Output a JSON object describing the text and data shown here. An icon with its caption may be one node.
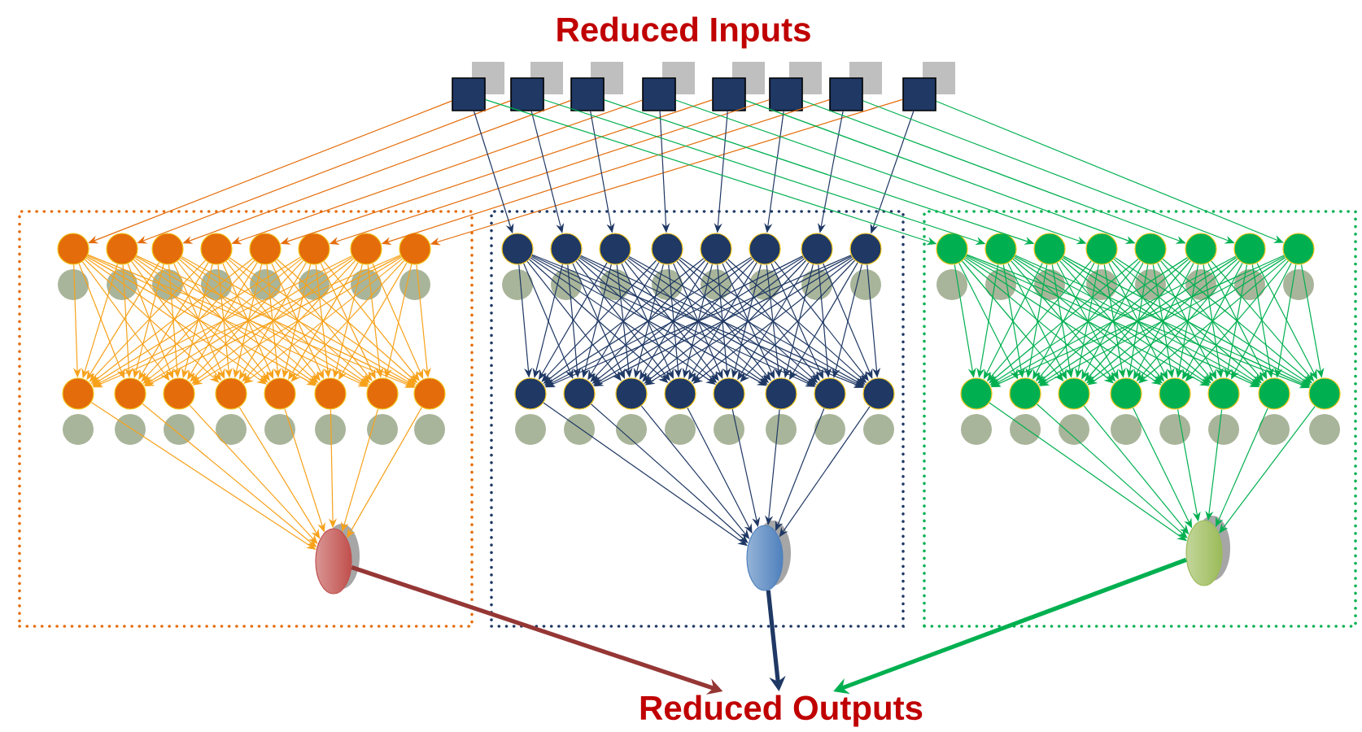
{
  "diagram": {
    "nodes": [
      {
        "text": [],
        "shape": "box"
      },
      {
        "text": [],
        "shape": "box"
      },
      {
        "text": [],
        "shape": "box"
      },
      {
        "text": [],
        "shape": "box"
      },
      {
        "text": [],
        "shape": "box"
      },
      {
        "text": [],
        "shape": "box"
      },
      {
        "text": [],
        "shape": "box"
      },
      {
        "text": [],
        "shape": "box"
      },
      {
        "text": [],
        "shape": "box"
      },
      {
        "text": [],
        "shape": "circle",
        "in": 8
      },
      {
        "text": [],
        "shape": "circle",
        "in": 8
      },
      {
        "text": [],
        "shape": "circle",
        "in": 8
      },
      {
        "text": [],
        "shape": "circle",
        "in": 8
      },
      {
        "text": [],
        "shape": "circle",
        "in": 8
      },
      {
        "text": [],
        "shape": "circle",
        "in": 8
      },
      {
        "text": [],
        "shape": "circle",
        "in": 8
      },
      {
        "text": [],
        "shape": "circle",
        "in": 8
      },
      {
        "text": [],
        "shape": "circle",
        "in": 8
      },
      {
        "text": [],
        "shape": "circle",
        "in": 8
      },
      {
        "text": [],
        "shape": "circle",
        "in": 8
      },
      {
        "text": [],
        "shape": "circle",
        "in": 8
      },
      {
        "text": [],
        "shape": "circle",
        "in": 8
      },
      {
        "text": [],
        "shape": "circle",
        "in": 8
      },
      {
        "text": [],
        "shape": "circle",
        "in": 8
      },
      {
        "text": [],
        "shape": "circle",
        "in": 8
      },
      {
        "text": [],
        "shape": "cylinder",
        "in": 8
      },
      {
        "text": [],
        "shape": "box"
      },
      {
        "text": [],
        "shape": "circle",
        "in": 26
      },
      {
        "text": [],
        "shape": "circle",
        "in": 26
      },
      {
        "text": [],
        "shape": "circle",
        "in": 26
      },
      {
        "text": [],
        "shape": "circle",
        "in": 26
      },
      {
        "text": [],
        "shape": "circle",
        "in": 26
      },
      {
        "text": [],
        "shape": "circle",
        "in": 26
      },
      {
        "text": [],
        "shape": "circle",
        "in": 26
      },
      {
        "text": [],
        "shape": "circle",
        "in": 26
      },
      {
        "text": [],
        "shape": "circle",
        "in": 26
      },
      {
        "text": [],
        "shape": "circle",
        "in": 26
      },
      {
        "text": [],
        "shape": "circle",
        "in": 26
      },
      {
        "text": [],
        "shape": "circle",
        "in": 26
      },
      {
        "text": [],
        "shape": "circle",
        "in": 26
      },
      {
        "text": [],
        "shape": "circle",
        "in": 26
      },
      {
        "text": [],
        "shape": "circle",
        "in": 26
      },
      {
        "text": [],
        "shape": "circle",
        "in": 26
      },
      {
        "text": [],
        "shape": "cylinder",
        "in": 26
      },
      {
        "text": [],
        "shape": "box"
      },
      {
        "text": [],
        "shape": "circle",
        "in": 44
      },
      {
        "text": [],
        "shape": "circle",
        "in": 44
      },
      {
        "text": [],
        "shape": "circle",
        "in": 44
      },
      {
        "text": [],
        "shape": "circle",
        "in": 44
      },
      {
        "text": [],
        "shape": "circle",
        "in": 44
      },
      {
        "text": [],
        "shape": "circle",
        "in": 44
      },
      {
        "text": [],
        "shape": "circle",
        "in": 44
      },
      {
        "text": [],
        "shape": "circle",
        "in": 44
      },
      {
        "text": [],
        "shape": "circle",
        "in": 44
      },
      {
        "text": [],
        "shape": "circle",
        "in": 44
      },
      {
        "text": [],
        "shape": "circle",
        "in": 44
      },
      {
        "text": [],
        "shape": "circle",
        "in": 44
      },
      {
        "text": [],
        "shape": "circle",
        "in": 44
      },
      {
        "text": [],
        "shape": "circle",
        "in": 44
      },
      {
        "text": [],
        "shape": "circle",
        "in": 44
      },
      {
        "text": [],
        "shape": "circle",
        "in": 44
      },
      {
        "text": [],
        "shape": "cylinder",
        "in": 44
      },
      {
        "text": [
          "Reduced Outputs"
        ]
      }
    ],
    "edges": [
      {
        "from": 0,
        "to": 9,
        "arrow": "to",
        "color": "#e46c0a"
      },
      {
        "from": 1,
        "to": 10,
        "arrow": "to",
        "color": "#e46c0a"
      },
      {
        "from": 2,
        "to": 11,
        "arrow": "to",
        "color": "#e46c0a"
      },
      {
        "from": 3,
        "to": 12,
        "arrow": "to",
        "color": "#e46c0a"
      },
      {
        "from": 4,
        "to": 13,
        "arrow": "to",
        "color": "#e46c0a"
      },
      {
        "from": 5,
        "to": 14,
        "arrow": "to",
        "color": "#e46c0a"
      },
      {
        "from": 6,
        "to": 15,
        "arrow": "to",
        "color": "#e46c0a"
      },
      {
        "from": 7,
        "to": 16,
        "arrow": "to",
        "color": "#e46c0a"
      },
      {
        "from": 0,
        "to": 27,
        "arrow": "to"
      },
      {
        "from": 1,
        "to": 28,
        "arrow": "to"
      },
      {
        "from": 2,
        "to": 29,
        "arrow": "to"
      },
      {
        "from": 3,
        "to": 30,
        "arrow": "to"
      },
      {
        "from": 4,
        "to": 31,
        "arrow": "to"
      },
      {
        "from": 5,
        "to": 32,
        "arrow": "to"
      },
      {
        "from": 6,
        "to": 33,
        "arrow": "to"
      },
      {
        "from": 7,
        "to": 34,
        "arrow": "to"
      },
      {
        "from": 0,
        "to": 45,
        "arrow": "to",
        "color": "#00b050"
      },
      {
        "from": 1,
        "to": 46,
        "arrow": "to",
        "color": "#00b050"
      },
      {
        "from": 2,
        "to": 47,
        "arrow": "to",
        "color": "#00b050"
      },
      {
        "from": 3,
        "to": 48,
        "arrow": "to",
        "color": "#00b050"
      },
      {
        "from": 4,
        "to": 49,
        "arrow": "to",
        "color": "#00b050"
      },
      {
        "from": 5,
        "to": 50,
        "arrow": "to",
        "color": "#00b050"
      },
      {
        "from": 6,
        "to": 51,
        "arrow": "to",
        "color": "#00b050"
      },
      {
        "from": 7,
        "to": 52,
        "arrow": "to",
        "color": "#00b050"
      },
      {
        "from": 9,
        "to": 17,
        "arrow": "to",
        "color": "#f7a21b"
      },
      {
        "from": 9,
        "to": 18,
        "arrow": "to",
        "color": "#f7a21b"
      },
      {
        "from": 9,
        "to": 19,
        "arrow": "to",
        "color": "#f7a21b"
      },
      {
        "from": 9,
        "to": 20,
        "arrow": "to",
        "color": "#f7a21b"
      },
      {
        "from": 9,
        "to": 21,
        "arrow": "to",
        "color": "#f7a21b"
      },
      {
        "from": 9,
        "to": 22,
        "arrow": "to",
        "color": "#f7a21b"
      },
      {
        "from": 9,
        "to": 23,
        "arrow": "to",
        "color": "#f7a21b"
      },
      {
        "from": 9,
        "to": 24,
        "arrow": "to",
        "color": "#f7a21b"
      },
      {
        "from": 10,
        "to": 17,
        "arrow": "to",
        "color": "#f7a21b"
      },
      {
        "from": 10,
        "to": 18,
        "arrow": "to",
        "color": "#f7a21b"
      },
      {
        "from": 10,
        "to": 19,
        "arrow": "to",
        "color": "#f7a21b"
      },
      {
        "from": 10,
        "to": 20,
        "arrow": "to",
        "color": "#f7a21b"
      },
      {
        "from": 10,
        "to": 21,
        "arrow": "to",
        "color": "#f7a21b"
      },
      {
        "from": 10,
        "to": 22,
        "arrow": "to",
        "color": "#f7a21b"
      },
      {
        "from": 10,
        "to": 23,
        "arrow": "to",
        "color": "#f7a21b"
      },
      {
        "from": 10,
        "to": 24,
        "arrow": "to",
        "color": "#f7a21b"
      },
      {
        "from": 11,
        "to": 17,
        "arrow": "to",
        "color": "#f7a21b"
      },
      {
        "from": 11,
        "to": 18,
        "arrow": "to",
        "color": "#f7a21b"
      },
      {
        "from": 11,
        "to": 19,
        "arrow": "to",
        "color": "#f7a21b"
      },
      {
        "from": 11,
        "to": 20,
        "arrow": "to",
        "color": "#f7a21b"
      },
      {
        "from": 11,
        "to": 21,
        "arrow": "to",
        "color": "#f7a21b"
      },
      {
        "from": 11,
        "to": 22,
        "arrow": "to",
        "color": "#f7a21b"
      },
      {
        "from": 11,
        "to": 23,
        "arrow": "to",
        "color": "#f7a21b"
      },
      {
        "from": 11,
        "to": 24,
        "arrow": "to",
        "color": "#f7a21b"
      },
      {
        "from": 12,
        "to": 17,
        "arrow": "to",
        "color": "#f7a21b"
      },
      {
        "from": 12,
        "to": 18,
        "arrow": "to",
        "color": "#f7a21b"
      },
      {
        "from": 12,
        "to": 19,
        "arrow": "to",
        "color": "#f7a21b"
      },
      {
        "from": 12,
        "to": 20,
        "arrow": "to",
        "color": "#f7a21b"
      },
      {
        "from": 12,
        "to": 21,
        "arrow": "to",
        "color": "#f7a21b"
      },
      {
        "from": 12,
        "to": 22,
        "arrow": "to",
        "color": "#f7a21b"
      },
      {
        "from": 12,
        "to": 23,
        "arrow": "to",
        "color": "#f7a21b"
      },
      {
        "from": 12,
        "to": 24,
        "arrow": "to",
        "color": "#f7a21b"
      },
      {
        "from": 13,
        "to": 17,
        "arrow": "to",
        "color": "#f7a21b"
      },
      {
        "from": 13,
        "to": 18,
        "arrow": "to",
        "color": "#f7a21b"
      },
      {
        "from": 13,
        "to": 19,
        "arrow": "to",
        "color": "#f7a21b"
      },
      {
        "from": 13,
        "to": 20,
        "arrow": "to",
        "color": "#f7a21b"
      },
      {
        "from": 13,
        "to": 21,
        "arrow": "to",
        "color": "#f7a21b"
      },
      {
        "from": 13,
        "to": 22,
        "arrow": "to",
        "color": "#f7a21b"
      },
      {
        "from": 13,
        "to": 23,
        "arrow": "to",
        "color": "#f7a21b"
      },
      {
        "from": 13,
        "to": 24,
        "arrow": "to",
        "color": "#f7a21b"
      },
      {
        "from": 14,
        "to": 17,
        "arrow": "to",
        "color": "#f7a21b"
      },
      {
        "from": 14,
        "to": 18,
        "arrow": "to",
        "color": "#f7a21b"
      },
      {
        "from": 14,
        "to": 19,
        "arrow": "to",
        "color": "#f7a21b"
      },
      {
        "from": 14,
        "to": 20,
        "arrow": "to",
        "color": "#f7a21b"
      },
      {
        "from": 14,
        "to": 21,
        "arrow": "to",
        "color": "#f7a21b"
      },
      {
        "from": 14,
        "to": 22,
        "arrow": "to",
        "color": "#f7a21b"
      },
      {
        "from": 14,
        "to": 23,
        "arrow": "to",
        "color": "#f7a21b"
      },
      {
        "from": 14,
        "to": 24,
        "arrow": "to",
        "color": "#f7a21b"
      },
      {
        "from": 15,
        "to": 17,
        "arrow": "to",
        "color": "#f7a21b"
      },
      {
        "from": 15,
        "to": 18,
        "arrow": "to",
        "color": "#f7a21b"
      },
      {
        "from": 15,
        "to": 19,
        "arrow": "to",
        "color": "#f7a21b"
      },
      {
        "from": 15,
        "to": 20,
        "arrow": "to",
        "color": "#f7a21b"
      },
      {
        "from": 15,
        "to": 21,
        "arrow": "to",
        "color": "#f7a21b"
      },
      {
        "from": 15,
        "to": 22,
        "arrow": "to",
        "color": "#f7a21b"
      },
      {
        "from": 15,
        "to": 23,
        "arrow": "to",
        "color": "#f7a21b"
      },
      {
        "from": 15,
        "to": 24,
        "arrow": "to",
        "color": "#f7a21b"
      },
      {
        "from": 16,
        "to": 17,
        "arrow": "to",
        "color": "#f7a21b"
      },
      {
        "from": 16,
        "to": 18,
        "arrow": "to",
        "color": "#f7a21b"
      },
      {
        "from": 16,
        "to": 19,
        "arrow": "to",
        "color": "#f7a21b"
      },
      {
        "from": 16,
        "to": 20,
        "arrow": "to",
        "color": "#f7a21b"
      },
      {
        "from": 16,
        "to": 21,
        "arrow": "to",
        "color": "#f7a21b"
      },
      {
        "from": 16,
        "to": 22,
        "arrow": "to",
        "color": "#f7a21b"
      },
      {
        "from": 16,
        "to": 23,
        "arrow": "to",
        "color": "#f7a21b"
      },
      {
        "from": 16,
        "to": 24,
        "arrow": "to",
        "color": "#f7a21b"
      },
      {
        "from": 27,
        "to": 35,
        "arrow": "to"
      },
      {
        "from": 27,
        "to": 36,
        "arrow": "to"
      },
      {
        "from": 27,
        "to": 37,
        "arrow": "to"
      },
      {
        "from": 27,
        "to": 38,
        "arrow": "to"
      },
      {
        "from": 27,
        "to": 39,
        "arrow": "to"
      },
      {
        "from": 27,
        "to": 40,
        "arrow": "to"
      },
      {
        "from": 27,
        "to": 41,
        "arrow": "to"
      },
      {
        "from": 27,
        "to": 42,
        "arrow": "to"
      },
      {
        "from": 28,
        "to": 35,
        "arrow": "to"
      },
      {
        "from": 28,
        "to": 36,
        "arrow": "to"
      },
      {
        "from": 28,
        "to": 37,
        "arrow": "to"
      },
      {
        "from": 28,
        "to": 38,
        "arrow": "to"
      },
      {
        "from": 28,
        "to": 39,
        "arrow": "to"
      },
      {
        "from": 28,
        "to": 40,
        "arrow": "to"
      },
      {
        "from": 28,
        "to": 41,
        "arrow": "to"
      },
      {
        "from": 28,
        "to": 42,
        "arrow": "to"
      },
      {
        "from": 29,
        "to": 35,
        "arrow": "to"
      },
      {
        "from": 29,
        "to": 36,
        "arrow": "to"
      },
      {
        "from": 29,
        "to": 37,
        "arrow": "to"
      },
      {
        "from": 29,
        "to": 38,
        "arrow": "to"
      },
      {
        "from": 29,
        "to": 39,
        "arrow": "to"
      },
      {
        "from": 29,
        "to": 40,
        "arrow": "to"
      },
      {
        "from": 29,
        "to": 41,
        "arrow": "to"
      },
      {
        "from": 29,
        "to": 42,
        "arrow": "to"
      },
      {
        "from": 30,
        "to": 35,
        "arrow": "to"
      },
      {
        "from": 30,
        "to": 36,
        "arrow": "to"
      },
      {
        "from": 30,
        "to": 37,
        "arrow": "to"
      },
      {
        "from": 30,
        "to": 38,
        "arrow": "to"
      },
      {
        "from": 30,
        "to": 39,
        "arrow": "to"
      },
      {
        "from": 30,
        "to": 40,
        "arrow": "to"
      },
      {
        "from": 30,
        "to": 41,
        "arrow": "to"
      },
      {
        "from": 30,
        "to": 42,
        "arrow": "to"
      },
      {
        "from": 31,
        "to": 35,
        "arrow": "to"
      },
      {
        "from": 31,
        "to": 36,
        "arrow": "to"
      },
      {
        "from": 31,
        "to": 37,
        "arrow": "to"
      },
      {
        "from": 31,
        "to": 38,
        "arrow": "to"
      },
      {
        "from": 31,
        "to": 39,
        "arrow": "to"
      },
      {
        "from": 31,
        "to": 40,
        "arrow": "to"
      },
      {
        "from": 31,
        "to": 41,
        "arrow": "to"
      },
      {
        "from": 31,
        "to": 42,
        "arrow": "to"
      },
      {
        "from": 32,
        "to": 35,
        "arrow": "to"
      },
      {
        "from": 32,
        "to": 36,
        "arrow": "to"
      },
      {
        "from": 32,
        "to": 37,
        "arrow": "to"
      },
      {
        "from": 32,
        "to": 38,
        "arrow": "to"
      },
      {
        "from": 32,
        "to": 39,
        "arrow": "to"
      },
      {
        "from": 32,
        "to": 40,
        "arrow": "to"
      },
      {
        "from": 32,
        "to": 41,
        "arrow": "to"
      },
      {
        "from": 32,
        "to": 42,
        "arrow": "to"
      },
      {
        "from": 33,
        "to": 35,
        "arrow": "to"
      },
      {
        "from": 33,
        "to": 36,
        "arrow": "to"
      },
      {
        "from": 33,
        "to": 37,
        "arrow": "to"
      },
      {
        "from": 33,
        "to": 38,
        "arrow": "to"
      },
      {
        "from": 33,
        "to": 39,
        "arrow": "to"
      },
      {
        "from": 33,
        "to": 40,
        "arrow": "to"
      },
      {
        "from": 33,
        "to": 41,
        "arrow": "to"
      },
      {
        "from": 33,
        "to": 42,
        "arrow": "to"
      },
      {
        "from": 34,
        "to": 35,
        "arrow": "to"
      },
      {
        "from": 34,
        "to": 36,
        "arrow": "to"
      },
      {
        "from": 34,
        "to": 37,
        "arrow": "to"
      },
      {
        "from": 34,
        "to": 38,
        "arrow": "to"
      },
      {
        "from": 34,
        "to": 39,
        "arrow": "to"
      },
      {
        "from": 34,
        "to": 40,
        "arrow": "to"
      },
      {
        "from": 34,
        "to": 41,
        "arrow": "to"
      },
      {
        "from": 34,
        "to": 42,
        "arrow": "to"
      },
      {
        "from": 45,
        "to": 53,
        "arrow": "to",
        "color": "#00b050"
      },
      {
        "from": 45,
        "to": 54,
        "arrow": "to",
        "color": "#00b050"
      },
      {
        "from": 45,
        "to": 55,
        "arrow": "to",
        "color": "#00b050"
      },
      {
        "from": 45,
        "to": 56,
        "arrow": "to",
        "color": "#00b050"
      },
      {
        "from": 45,
        "to": 57,
        "arrow": "to",
        "color": "#00b050"
      },
      {
        "from": 45,
        "to": 58,
        "arrow": "to",
        "color": "#00b050"
      },
      {
        "from": 45,
        "to": 59,
        "arrow": "to",
        "color": "#00b050"
      },
      {
        "from": 45,
        "to": 60,
        "arrow": "to",
        "color": "#00b050"
      },
      {
        "from": 46,
        "to": 53,
        "arrow": "to",
        "color": "#00b050"
      },
      {
        "from": 46,
        "to": 54,
        "arrow": "to",
        "color": "#00b050"
      },
      {
        "from": 46,
        "to": 55,
        "arrow": "to",
        "color": "#00b050"
      },
      {
        "from": 46,
        "to": 56,
        "arrow": "to",
        "color": "#00b050"
      },
      {
        "from": 46,
        "to": 57,
        "arrow": "to",
        "color": "#00b050"
      },
      {
        "from": 46,
        "to": 58,
        "arrow": "to",
        "color": "#00b050"
      },
      {
        "from": 46,
        "to": 59,
        "arrow": "to",
        "color": "#00b050"
      },
      {
        "from": 46,
        "to": 60,
        "arrow": "to",
        "color": "#00b050"
      },
      {
        "from": 47,
        "to": 53,
        "arrow": "to",
        "color": "#00b050"
      },
      {
        "from": 47,
        "to": 54,
        "arrow": "to",
        "color": "#00b050"
      },
      {
        "from": 47,
        "to": 55,
        "arrow": "to",
        "color": "#00b050"
      },
      {
        "from": 47,
        "to": 56,
        "arrow": "to",
        "color": "#00b050"
      },
      {
        "from": 47,
        "to": 57,
        "arrow": "to",
        "color": "#00b050"
      },
      {
        "from": 47,
        "to": 58,
        "arrow": "to",
        "color": "#00b050"
      },
      {
        "from": 47,
        "to": 59,
        "arrow": "to",
        "color": "#00b050"
      },
      {
        "from": 47,
        "to": 60,
        "arrow": "to",
        "color": "#00b050"
      },
      {
        "from": 48,
        "to": 53,
        "arrow": "to",
        "color": "#00b050"
      },
      {
        "from": 48,
        "to": 54,
        "arrow": "to",
        "color": "#00b050"
      },
      {
        "from": 48,
        "to": 55,
        "arrow": "to",
        "color": "#00b050"
      },
      {
        "from": 48,
        "to": 56,
        "arrow": "to",
        "color": "#00b050"
      },
      {
        "from": 48,
        "to": 57,
        "arrow": "to",
        "color": "#00b050"
      },
      {
        "from": 48,
        "to": 58,
        "arrow": "to",
        "color": "#00b050"
      },
      {
        "from": 48,
        "to": 59,
        "arrow": "to",
        "color": "#00b050"
      },
      {
        "from": 48,
        "to": 60,
        "arrow": "to",
        "color": "#00b050"
      },
      {
        "from": 49,
        "to": 53,
        "arrow": "to",
        "color": "#00b050"
      },
      {
        "from": 49,
        "to": 54,
        "arrow": "to",
        "color": "#00b050"
      },
      {
        "from": 49,
        "to": 55,
        "arrow": "to",
        "color": "#00b050"
      },
      {
        "from": 49,
        "to": 56,
        "arrow": "to",
        "color": "#00b050"
      },
      {
        "from": 49,
        "to": 57,
        "arrow": "to",
        "color": "#00b050"
      },
      {
        "from": 49,
        "to": 58,
        "arrow": "to",
        "color": "#00b050"
      },
      {
        "from": 49,
        "to": 59,
        "arrow": "to",
        "color": "#00b050"
      },
      {
        "from": 49,
        "to": 60,
        "arrow": "to",
        "color": "#00b050"
      },
      {
        "from": 50,
        "to": 53,
        "arrow": "to",
        "color": "#00b050"
      },
      {
        "from": 50,
        "to": 54,
        "arrow": "to",
        "color": "#00b050"
      },
      {
        "from": 50,
        "to": 55,
        "arrow": "to",
        "color": "#00b050"
      },
      {
        "from": 50,
        "to": 56,
        "arrow": "to",
        "color": "#00b050"
      },
      {
        "from": 50,
        "to": 57,
        "arrow": "to",
        "color": "#00b050"
      },
      {
        "from": 50,
        "to": 58,
        "arrow": "to",
        "color": "#00b050"
      },
      {
        "from": 50,
        "to": 59,
        "arrow": "to",
        "color": "#00b050"
      },
      {
        "from": 50,
        "to": 60,
        "arrow": "to",
        "color": "#00b050"
      },
      {
        "from": 51,
        "to": 53,
        "arrow": "to",
        "color": "#00b050"
      },
      {
        "from": 51,
        "to": 54,
        "arrow": "to",
        "color": "#00b050"
      },
      {
        "from": 51,
        "to": 55,
        "arrow": "to",
        "color": "#00b050"
      },
      {
        "from": 51,
        "to": 56,
        "arrow": "to",
        "color": "#00b050"
      },
      {
        "from": 51,
        "to": 57,
        "arrow": "to",
        "color": "#00b050"
      },
      {
        "from": 51,
        "to": 58,
        "arrow": "to",
        "color": "#00b050"
      },
      {
        "from": 51,
        "to": 59,
        "arrow": "to",
        "color": "#00b050"
      },
      {
        "from": 51,
        "to": 60,
        "arrow": "to",
        "color": "#00b050"
      },
      {
        "from": 52,
        "to": 53,
        "arrow": "to",
        "color": "#00b050"
      },
      {
        "from": 52,
        "to": 54,
        "arrow": "to",
        "color": "#00b050"
      },
      {
        "from": 52,
        "to": 55,
        "arrow": "to",
        "color": "#00b050"
      },
      {
        "from": 52,
        "to": 56,
        "arrow": "to",
        "color": "#00b050"
      },
      {
        "from": 52,
        "to": 57,
        "arrow": "to",
        "color": "#00b050"
      },
      {
        "from": 52,
        "to": 58,
        "arrow": "to",
        "color": "#00b050"
      },
      {
        "from": 52,
        "to": 59,
        "arrow": "to",
        "color": "#00b050"
      },
      {
        "from": 52,
        "to": 60,
        "arrow": "to",
        "color": "#00b050"
      },
      {
        "from": 17,
        "to": 25,
        "arrow": "to",
        "color": "#f7a21b"
      },
      {
        "from": 18,
        "to": 25,
        "arrow": "to",
        "color": "#f7a21b"
      },
      {
        "from": 19,
        "to": 25,
        "arrow": "to",
        "color": "#f7a21b"
      },
      {
        "from": 20,
        "to": 25,
        "arrow": "to",
        "color": "#f7a21b"
      },
      {
        "from": 21,
        "to": 25,
        "arrow": "to",
        "color": "#f7a21b"
      },
      {
        "from": 22,
        "to": 25,
        "arrow": "to",
        "color": "#f7a21b"
      },
      {
        "from": 23,
        "to": 25,
        "arrow": "to",
        "color": "#f7a21b"
      },
      {
        "from": 24,
        "to": 25,
        "arrow": "to",
        "color": "#f7a21b"
      },
      {
        "from": 35,
        "to": 43,
        "arrow": "to"
      },
      {
        "from": 36,
        "to": 43,
        "arrow": "to"
      },
      {
        "from": 37,
        "to": 43,
        "arrow": "to"
      },
      {
        "from": 38,
        "to": 43,
        "arrow": "to"
      },
      {
        "from": 39,
        "to": 43,
        "arrow": "to"
      },
      {
        "from": 40,
        "to": 43,
        "arrow": "to"
      },
      {
        "from": 41,
        "to": 43,
        "arrow": "to"
      },
      {
        "from": 42,
        "to": 43,
        "arrow": "to"
      },
      {
        "from": 53,
        "to": 61,
        "arrow": "to",
        "color": "#00b050"
      },
      {
        "from": 54,
        "to": 61,
        "arrow": "to",
        "color": "#00b050"
      },
      {
        "from": 55,
        "to": 61,
        "arrow": "to",
        "color": "#00b050"
      },
      {
        "from": 56,
        "to": 61,
        "arrow": "to",
        "color": "#00b050"
      },
      {
        "from": 57,
        "to": 61,
        "arrow": "to",
        "color": "#00b050"
      },
      {
        "from": 58,
        "to": 61,
        "arrow": "to",
        "color": "#00b050"
      },
      {
        "from": 59,
        "to": 61,
        "arrow": "to",
        "color": "#00b050"
      },
      {
        "from": 60,
        "to": 61,
        "arrow": "to",
        "color": "#00b050"
      },
      {
        "from": 25,
        "to": 62,
        "arrow": "to",
        "style": "thick",
        "color": "#953735"
      },
      {
        "from": 43,
        "to": 62,
        "arrow": "to",
        "style": "thick"
      },
      {
        "from": 61,
        "to": 62,
        "arrow": "to",
        "style": "thick",
        "color": "#00b050"
      }
    ],
    "labels": [
      "Reduced Inputs"
    ]
  }
}
